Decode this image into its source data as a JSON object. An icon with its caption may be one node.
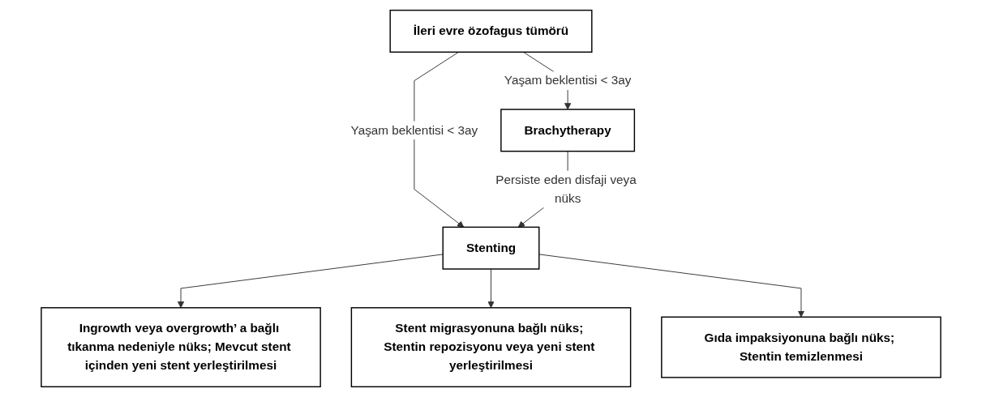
{
  "diagram": {
    "nodes": [
      {
        "text": [
          "İleri evre özofagus tümörü"
        ]
      },
      {
        "text": [
          "Stenting"
        ]
      },
      {
        "text": [
          "Brachytherapy"
        ]
      },
      {
        "text": [
          "Ingrowth veya overgrowth’ a bağlı tıkanma nedeniyle nüks; Mevcut stent içinden yeni stent yerleştirilmesi"
        ]
      },
      {
        "text": [
          "Stent migrasyonuna bağlı nüks; Stentin repozisyonu veya yeni stent yerleştirilmesi"
        ]
      },
      {
        "text": [
          "Gıda impaksiyonuna bağlı nüks; Stentin temizlenmesi"
        ]
      }
    ],
    "edges": [
      {
        "from": 0,
        "to": 1,
        "arrow": "to",
        "label": "Yaşam beklentisi < 3ay"
      },
      {
        "from": 0,
        "to": 2,
        "arrow": "to",
        "label": "Yaşam beklentisi < 3ay"
      },
      {
        "from": 2,
        "to": 1,
        "arrow": "to",
        "label": "Persiste eden disfaji veya nüks"
      },
      {
        "from": 1,
        "to": 3,
        "arrow": "to"
      },
      {
        "from": 1,
        "to": 4,
        "arrow": "to"
      },
      {
        "from": 1,
        "to": 5,
        "arrow": "to"
      }
    ]
  }
}
